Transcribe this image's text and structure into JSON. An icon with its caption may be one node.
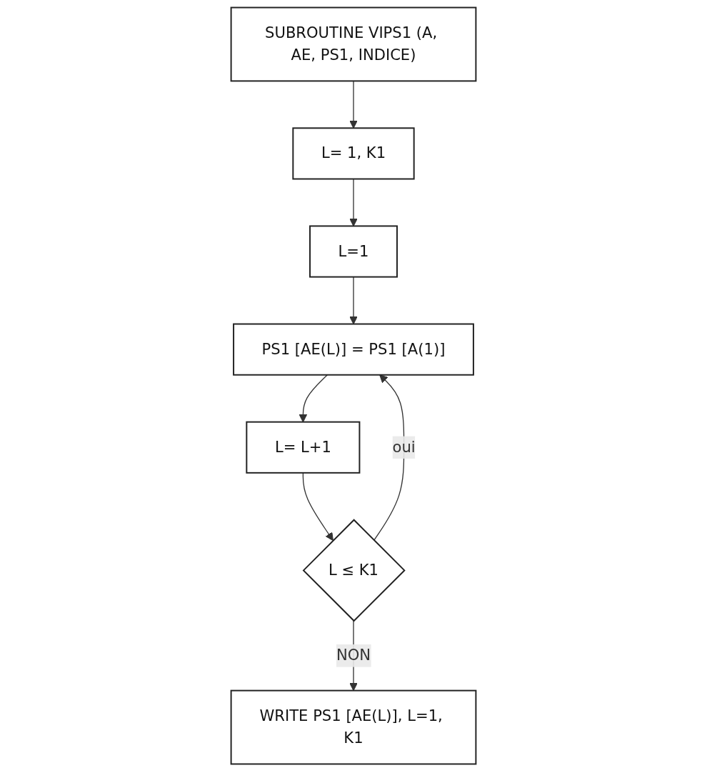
{
  "diagram": {
    "nodes": [
      {
        "text": [
          "SUBROUTINE VIPS1 (A, AE, PS1, INDICE)"
        ]
      },
      {
        "text": [
          "L= 1, K1"
        ]
      },
      {
        "text": [
          "L=1"
        ]
      },
      {
        "text": [
          "PS1 [AE(L)] = PS1 [A(1)]"
        ]
      },
      {
        "text": [
          "L= L+1"
        ]
      },
      {
        "text": [
          "L ≤ K1"
        ]
      },
      {
        "text": [
          "WRITE PS1 [AE(L)], L=1, K1"
        ]
      }
    ],
    "edges": [
      {
        "from": 0,
        "to": 1,
        "arrow": "to"
      },
      {
        "from": 1,
        "to": 2,
        "arrow": "to"
      },
      {
        "from": 2,
        "to": 3,
        "arrow": "to"
      },
      {
        "from": 3,
        "to": 4,
        "arrow": "to"
      },
      {
        "from": 4,
        "to": 5,
        "arrow": "to"
      },
      {
        "from": 5,
        "to": 3,
        "arrow": "to",
        "label": "oui"
      },
      {
        "from": 5,
        "to": 6,
        "arrow": "to",
        "label": "NON"
      }
    ]
  }
}
